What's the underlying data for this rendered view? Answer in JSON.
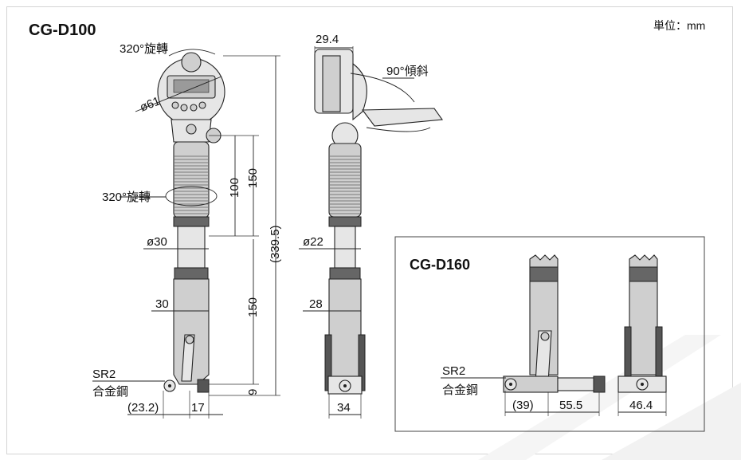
{
  "unit_label": "単位：mm",
  "main": {
    "model": "CG-D100",
    "rotation_top": "320°旋轉",
    "rotation_mid": "320°旋轉",
    "tilt": "90°傾斜",
    "dia_dial": "ø61",
    "dia_grip": "ø30",
    "dia_side": "ø22",
    "width_top": "29.4",
    "dim_150a": "150",
    "dim_100": "100",
    "dim_total": "(339.5)",
    "dim_150b": "150",
    "dim_30": "30",
    "dim_28": "28",
    "dim_9": "9",
    "sr2": "SR2",
    "material": "合金鋼",
    "dim_232": "(23.2)",
    "dim_17": "17",
    "dim_34": "34"
  },
  "inset": {
    "model": "CG-D160",
    "sr2": "SR2",
    "material": "合金鋼",
    "dim_39": "(39)",
    "dim_555": "55.5",
    "dim_464": "46.4"
  }
}
